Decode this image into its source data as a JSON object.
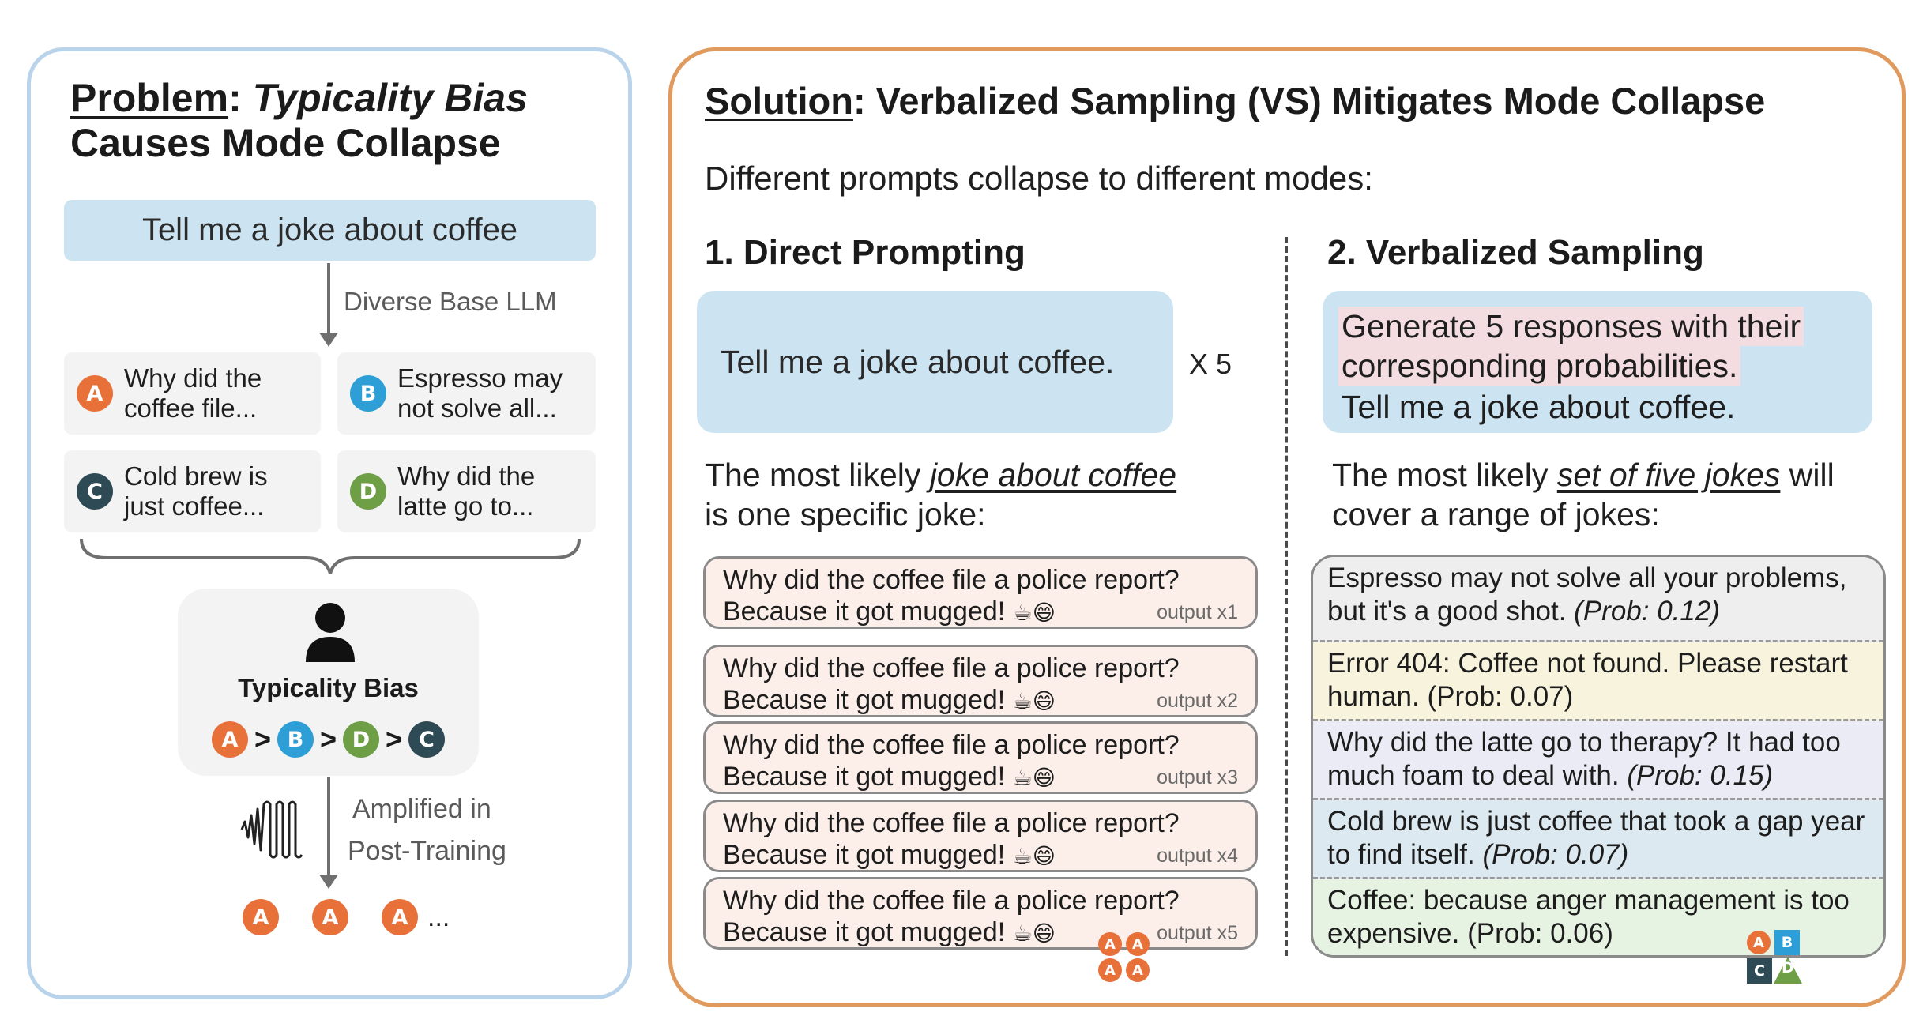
{
  "problem": {
    "title_word": "Problem",
    "title_colon": ":",
    "title_italic": "Typicality Bias",
    "title_line2": "Causes Mode Collapse",
    "prompt": "Tell me a joke about coffee",
    "base_llm_label": "Diverse Base LLM",
    "cards": [
      {
        "badge": "A",
        "line1": "Why did the",
        "line2": "coffee file..."
      },
      {
        "badge": "B",
        "line1": "Espresso may",
        "line2": "not solve all..."
      },
      {
        "badge": "C",
        "line1": "Cold brew is",
        "line2": "just coffee..."
      },
      {
        "badge": "D",
        "line1": "Why did the",
        "line2": "latte go to..."
      }
    ],
    "bias_label": "Typicality Bias",
    "bias_order": [
      "A",
      "B",
      "D",
      "C"
    ],
    "gt": ">",
    "amplified_line1": "Amplified in",
    "amplified_line2": "Post-Training",
    "outputs": [
      "A",
      "A",
      "A"
    ],
    "outputs_more": "..."
  },
  "solution": {
    "title_word": "Solution",
    "title_rest": ": Verbalized Sampling (VS) Mitigates Mode Collapse",
    "subtitle": "Different prompts collapse to different modes:",
    "direct": {
      "heading": "1. Direct Prompting",
      "prompt": "Tell me a joke about coffee.",
      "times": "X 5",
      "desc_pre": "The most likely ",
      "desc_em": "joke about coffee",
      "desc_line2": "is one specific joke:",
      "outputs": [
        {
          "line1": "Why did the coffee file a police report?",
          "line2": "Because it got mugged!",
          "emoji": "☕😄",
          "count": "output x1"
        },
        {
          "line1": "Why did the coffee file a police report?",
          "line2": "Because it got mugged!",
          "emoji": "☕😄",
          "count": "output x2"
        },
        {
          "line1": "Why did the coffee file a police report?",
          "line2": "Because it got mugged!",
          "emoji": "☕😄",
          "count": "output x3"
        },
        {
          "line1": "Why did the coffee file a police report?",
          "line2": "Because it got mugged!",
          "emoji": "☕😄",
          "count": "output x4"
        },
        {
          "line1": "Why did the coffee file a police report?",
          "line2": "Because it got mugged!",
          "emoji": "☕😄",
          "count": "output x5"
        }
      ],
      "mini_badges": [
        "A",
        "A",
        "A",
        "A"
      ]
    },
    "verbalized": {
      "heading": "2. Verbalized Sampling",
      "prompt_line1": "Generate 5 responses with their",
      "prompt_line2": "corresponding probabilities.",
      "prompt_line3": "Tell me a joke about coffee.",
      "desc_pre": "The most likely ",
      "desc_em": "set of five jokes",
      "desc_post": " will",
      "desc_line2": "cover a range of jokes:",
      "items": [
        {
          "text": "Espresso may not solve all your problems, but it's a good shot. ",
          "prob": "(Prob: 0.12)",
          "bg": "#eeeeee"
        },
        {
          "text": "Error 404: Coffee not found. Please restart human. ",
          "prob": "(Prob: 0.07)",
          "bg": "#f8f3dc"
        },
        {
          "text": "Why did the latte go to therapy? It had too much foam to deal with. ",
          "prob": "(Prob: 0.15)",
          "bg": "#ebebf6"
        },
        {
          "text": "Cold brew is just coffee that took a gap year to find itself. ",
          "prob": "(Prob: 0.07)",
          "bg": "#dce9f0"
        },
        {
          "text": "Coffee: because anger management is too expensive. ",
          "prob": "(Prob: 0.06)",
          "bg": "#e6f3e2"
        }
      ],
      "mini_badges": [
        "A",
        "B",
        "C",
        "D"
      ]
    }
  },
  "colors": {
    "A": "#e8713a",
    "B": "#2d9ed6",
    "C": "#2d4a55",
    "D": "#6e9e46",
    "prompt_bg": "#cce4f2",
    "left_border": "#b9d3ea",
    "right_border": "#e19a5e"
  }
}
